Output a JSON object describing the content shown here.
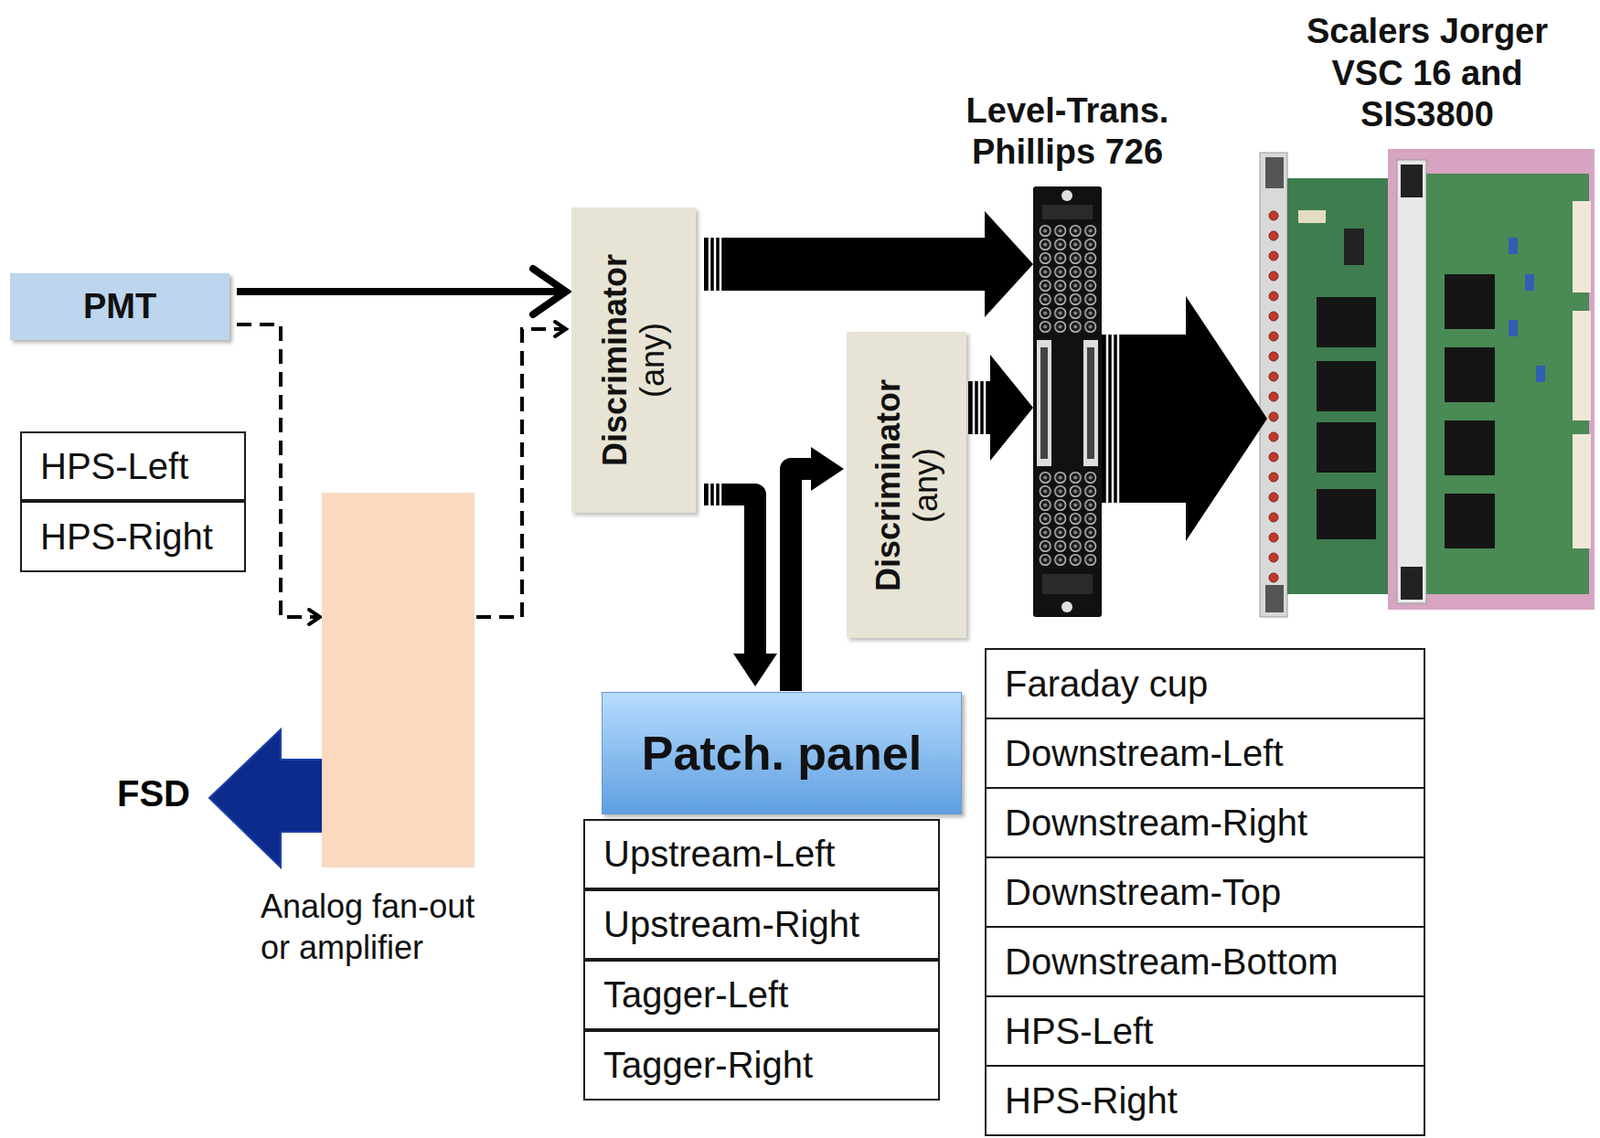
{
  "diagram": {
    "nodes": [
      {
        "text": [
          "PMT"
        ]
      },
      {
        "text": [
          "Discriminator",
          "(any)"
        ]
      },
      {
        "text": [
          "Discriminator",
          "(any)"
        ]
      },
      {
        "text": [
          "Level-Trans. Phillips 726"
        ]
      },
      {
        "text": [
          "Scalers Jorger VSC 16 and SIS3800"
        ]
      },
      {
        "text": [
          "Analog fan-out or amplifier"
        ]
      },
      {
        "text": [
          "Patch. panel"
        ]
      }
    ],
    "edges": [
      {
        "from": 0,
        "to": 1,
        "arrow": "to"
      },
      {
        "from": 0,
        "to": 5,
        "arrow": "to"
      },
      {
        "from": 5,
        "to": 1,
        "arrow": "to"
      },
      {
        "from": 1,
        "to": 3,
        "arrow": "to"
      },
      {
        "from": 1,
        "to": 6,
        "arrow": "to"
      },
      {
        "from": 6,
        "to": 2,
        "arrow": "to"
      },
      {
        "from": 2,
        "to": 3,
        "arrow": "to"
      },
      {
        "from": 3,
        "to": 4,
        "arrow": "to"
      }
    ],
    "labels": [
      "HPS-Left",
      "HPS-Right",
      "FSD",
      "Upstream-Left",
      "Upstream-Right",
      "Tagger-Left",
      "Tagger-Right",
      "Faraday cup",
      "Downstream-Left",
      "Downstream-Right",
      "Downstream-Top",
      "Downstream-Bottom",
      "HPS-Left",
      "HPS-Right"
    ]
  }
}
